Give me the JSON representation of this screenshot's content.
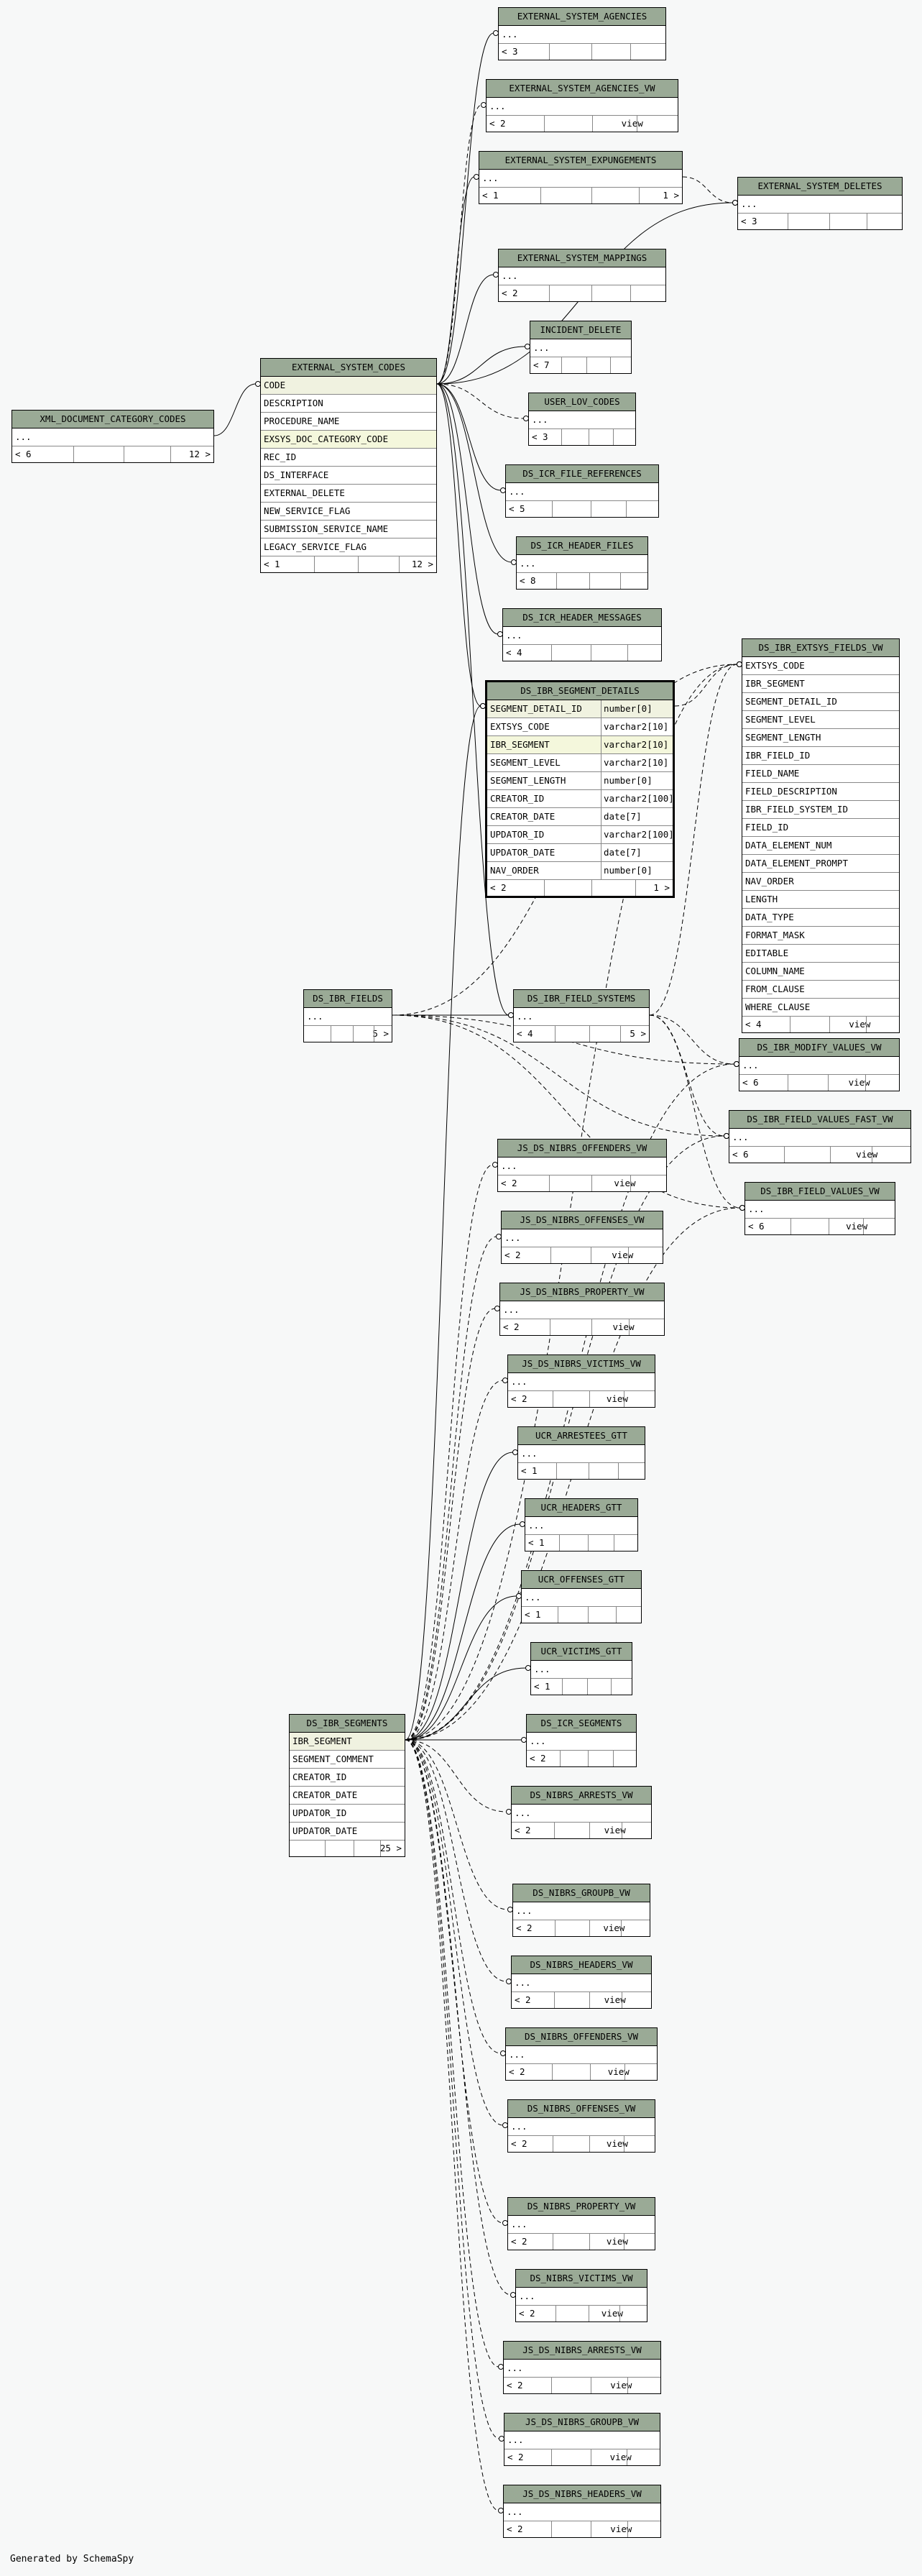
{
  "credit": "Generated by SchemaSpy",
  "tables": [
    {
      "id": "t_esa",
      "name": "EXTERNAL_SYSTEM_AGENCIES",
      "cols": [
        "..."
      ],
      "left": "< 3",
      "right": "",
      "view": ""
    },
    {
      "id": "t_esav",
      "name": "EXTERNAL_SYSTEM_AGENCIES_VW",
      "cols": [
        "..."
      ],
      "left": "< 2",
      "right": "",
      "view": "view"
    },
    {
      "id": "t_esx",
      "name": "EXTERNAL_SYSTEM_EXPUNGEMENTS",
      "cols": [
        "..."
      ],
      "left": "< 1",
      "right": "1 >",
      "view": ""
    },
    {
      "id": "t_esd",
      "name": "EXTERNAL_SYSTEM_DELETES",
      "cols": [
        "..."
      ],
      "left": "< 3",
      "right": "",
      "view": ""
    },
    {
      "id": "t_esm",
      "name": "EXTERNAL_SYSTEM_MAPPINGS",
      "cols": [
        "..."
      ],
      "left": "< 2",
      "right": "",
      "view": ""
    },
    {
      "id": "t_incd",
      "name": "INCIDENT_DELETE",
      "cols": [
        "..."
      ],
      "left": "< 7",
      "right": "",
      "view": ""
    },
    {
      "id": "t_ulc",
      "name": "USER_LOV_CODES",
      "cols": [
        "..."
      ],
      "left": "< 3",
      "right": "",
      "view": ""
    },
    {
      "id": "t_esc",
      "name": "EXTERNAL_SYSTEM_CODES",
      "cols": [
        "CODE",
        "DESCRIPTION",
        "PROCEDURE_NAME",
        "EXSYS_DOC_CATEGORY_CODE",
        "REC_ID",
        "DS_INTERFACE",
        "EXTERNAL_DELETE",
        "NEW_SERVICE_FLAG",
        "SUBMISSION_SERVICE_NAME",
        "LEGACY_SERVICE_FLAG"
      ],
      "pk": [
        0
      ],
      "fk": [
        3
      ],
      "left": "< 1",
      "right": "12 >",
      "view": ""
    },
    {
      "id": "t_xml",
      "name": "XML_DOCUMENT_CATEGORY_CODES",
      "cols": [
        "..."
      ],
      "left": "< 6",
      "right": "12 >",
      "view": ""
    },
    {
      "id": "t_icrfr",
      "name": "DS_ICR_FILE_REFERENCES",
      "cols": [
        "..."
      ],
      "left": "< 5",
      "right": "",
      "view": ""
    },
    {
      "id": "t_icrhf",
      "name": "DS_ICR_HEADER_FILES",
      "cols": [
        "..."
      ],
      "left": "< 8",
      "right": "",
      "view": ""
    },
    {
      "id": "t_icrhm",
      "name": "DS_ICR_HEADER_MESSAGES",
      "cols": [
        "..."
      ],
      "left": "< 4",
      "right": "",
      "view": ""
    },
    {
      "id": "t_efv",
      "name": "DS_IBR_EXTSYS_FIELDS_VW",
      "cols": [
        "EXTSYS_CODE",
        "IBR_SEGMENT",
        "SEGMENT_DETAIL_ID",
        "SEGMENT_LEVEL",
        "SEGMENT_LENGTH",
        "IBR_FIELD_ID",
        "FIELD_NAME",
        "FIELD_DESCRIPTION",
        "IBR_FIELD_SYSTEM_ID",
        "FIELD_ID",
        "DATA_ELEMENT_NUM",
        "DATA_ELEMENT_PROMPT",
        "NAV_ORDER",
        "LENGTH",
        "DATA_TYPE",
        "FORMAT_MASK",
        "EDITABLE",
        "COLUMN_NAME",
        "FROM_CLAUSE",
        "WHERE_CLAUSE"
      ],
      "left": "< 4",
      "right": "",
      "view": "view"
    },
    {
      "id": "t_sd",
      "name": "DS_IBR_SEGMENT_DETAILS",
      "cols": [
        "SEGMENT_DETAIL_ID",
        "EXTSYS_CODE",
        "IBR_SEGMENT",
        "SEGMENT_LEVEL",
        "SEGMENT_LENGTH",
        "CREATOR_ID",
        "CREATOR_DATE",
        "UPDATOR_ID",
        "UPDATOR_DATE",
        "NAV_ORDER"
      ],
      "types": [
        "number[0]",
        "varchar2[10]",
        "varchar2[10]",
        "varchar2[10]",
        "number[0]",
        "varchar2[100]",
        "date[7]",
        "varchar2[100]",
        "date[7]",
        "number[0]"
      ],
      "pk": [
        0
      ],
      "fk": [
        2
      ],
      "left": "< 2",
      "right": "1 >",
      "view": ""
    },
    {
      "id": "t_fields",
      "name": "DS_IBR_FIELDS",
      "cols": [
        "..."
      ],
      "left": "",
      "right": "5 >",
      "view": ""
    },
    {
      "id": "t_fsys",
      "name": "DS_IBR_FIELD_SYSTEMS",
      "cols": [
        "..."
      ],
      "left": "< 4",
      "right": "5 >",
      "view": ""
    },
    {
      "id": "t_mvv",
      "name": "DS_IBR_MODIFY_VALUES_VW",
      "cols": [
        "..."
      ],
      "left": "< 6",
      "right": "",
      "view": "view"
    },
    {
      "id": "t_fvfv",
      "name": "DS_IBR_FIELD_VALUES_FAST_VW",
      "cols": [
        "..."
      ],
      "left": "< 6",
      "right": "",
      "view": "view"
    },
    {
      "id": "t_fvv",
      "name": "DS_IBR_FIELD_VALUES_VW",
      "cols": [
        "..."
      ],
      "left": "< 6",
      "right": "",
      "view": "view"
    },
    {
      "id": "t_js1",
      "name": "JS_DS_NIBRS_OFFENDERS_VW",
      "cols": [
        "..."
      ],
      "left": "< 2",
      "right": "",
      "view": "view"
    },
    {
      "id": "t_js2",
      "name": "JS_DS_NIBRS_OFFENSES_VW",
      "cols": [
        "..."
      ],
      "left": "< 2",
      "right": "",
      "view": "view"
    },
    {
      "id": "t_js3",
      "name": "JS_DS_NIBRS_PROPERTY_VW",
      "cols": [
        "..."
      ],
      "left": "< 2",
      "right": "",
      "view": "view"
    },
    {
      "id": "t_js4",
      "name": "JS_DS_NIBRS_VICTIMS_VW",
      "cols": [
        "..."
      ],
      "left": "< 2",
      "right": "",
      "view": "view"
    },
    {
      "id": "t_ua",
      "name": "UCR_ARRESTEES_GTT",
      "cols": [
        "..."
      ],
      "left": "< 1",
      "right": "",
      "view": ""
    },
    {
      "id": "t_uh",
      "name": "UCR_HEADERS_GTT",
      "cols": [
        "..."
      ],
      "left": "< 1",
      "right": "",
      "view": ""
    },
    {
      "id": "t_uo",
      "name": "UCR_OFFENSES_GTT",
      "cols": [
        "..."
      ],
      "left": "< 1",
      "right": "",
      "view": ""
    },
    {
      "id": "t_uv",
      "name": "UCR_VICTIMS_GTT",
      "cols": [
        "..."
      ],
      "left": "< 1",
      "right": "",
      "view": ""
    },
    {
      "id": "t_seg",
      "name": "DS_IBR_SEGMENTS",
      "cols": [
        "IBR_SEGMENT",
        "SEGMENT_COMMENT",
        "CREATOR_ID",
        "CREATOR_DATE",
        "UPDATOR_ID",
        "UPDATOR_DATE"
      ],
      "pk": [
        0
      ],
      "left": "",
      "right": "25 >",
      "view": ""
    },
    {
      "id": "t_icrs",
      "name": "DS_ICR_SEGMENTS",
      "cols": [
        "..."
      ],
      "left": "< 2",
      "right": "",
      "view": ""
    },
    {
      "id": "t_n1",
      "name": "DS_NIBRS_ARRESTS_VW",
      "cols": [
        "..."
      ],
      "left": "< 2",
      "right": "",
      "view": "view"
    },
    {
      "id": "t_n2",
      "name": "DS_NIBRS_GROUPB_VW",
      "cols": [
        "..."
      ],
      "left": "< 2",
      "right": "",
      "view": "view"
    },
    {
      "id": "t_n3",
      "name": "DS_NIBRS_HEADERS_VW",
      "cols": [
        "..."
      ],
      "left": "< 2",
      "right": "",
      "view": "view"
    },
    {
      "id": "t_n4",
      "name": "DS_NIBRS_OFFENDERS_VW",
      "cols": [
        "..."
      ],
      "left": "< 2",
      "right": "",
      "view": "view"
    },
    {
      "id": "t_n5",
      "name": "DS_NIBRS_OFFENSES_VW",
      "cols": [
        "..."
      ],
      "left": "< 2",
      "right": "",
      "view": "view"
    },
    {
      "id": "t_n6",
      "name": "DS_NIBRS_PROPERTY_VW",
      "cols": [
        "..."
      ],
      "left": "< 2",
      "right": "",
      "view": "view"
    },
    {
      "id": "t_n7",
      "name": "DS_NIBRS_VICTIMS_VW",
      "cols": [
        "..."
      ],
      "left": "< 2",
      "right": "",
      "view": "view"
    },
    {
      "id": "t_j5",
      "name": "JS_DS_NIBRS_ARRESTS_VW",
      "cols": [
        "..."
      ],
      "left": "< 2",
      "right": "",
      "view": "view"
    },
    {
      "id": "t_j6",
      "name": "JS_DS_NIBRS_GROUPB_VW",
      "cols": [
        "..."
      ],
      "left": "< 2",
      "right": "",
      "view": "view"
    },
    {
      "id": "t_j7",
      "name": "JS_DS_NIBRS_HEADERS_VW",
      "cols": [
        "..."
      ],
      "left": "< 2",
      "right": "",
      "view": "view"
    }
  ],
  "relations": [
    {
      "from": "t_esc",
      "to": "t_esa",
      "style": "solid"
    },
    {
      "from": "t_esc",
      "to": "t_esav",
      "style": "dashed"
    },
    {
      "from": "t_esc",
      "to": "t_esx",
      "style": "solid"
    },
    {
      "from": "t_esx",
      "to": "t_esd",
      "style": "dashed"
    },
    {
      "from": "t_esc",
      "to": "t_esd",
      "style": "solid"
    },
    {
      "from": "t_esc",
      "to": "t_esm",
      "style": "solid"
    },
    {
      "from": "t_esc",
      "to": "t_incd",
      "style": "solid"
    },
    {
      "from": "t_esc",
      "to": "t_ulc",
      "style": "dashed"
    },
    {
      "from": "t_esc",
      "to": "t_icrfr",
      "style": "solid"
    },
    {
      "from": "t_esc",
      "to": "t_icrhf",
      "style": "solid"
    },
    {
      "from": "t_esc",
      "to": "t_icrhm",
      "style": "solid"
    },
    {
      "from": "t_esc",
      "to": "t_sd",
      "style": "solid"
    },
    {
      "from": "t_esc",
      "to": "t_fsys",
      "style": "solid"
    },
    {
      "from": "t_xml",
      "to": "t_esc",
      "style": "solid"
    },
    {
      "from": "t_sd",
      "to": "t_efv",
      "style": "dashed"
    },
    {
      "from": "t_fields",
      "to": "t_fsys",
      "style": "solid"
    },
    {
      "from": "t_fields",
      "to": "t_efv",
      "style": "dashed"
    },
    {
      "from": "t_fields",
      "to": "t_mvv",
      "style": "dashed"
    },
    {
      "from": "t_fields",
      "to": "t_fvfv",
      "style": "dashed"
    },
    {
      "from": "t_fields",
      "to": "t_fvv",
      "style": "dashed"
    },
    {
      "from": "t_fsys",
      "to": "t_efv",
      "style": "dashed"
    },
    {
      "from": "t_fsys",
      "to": "t_mvv",
      "style": "dashed"
    },
    {
      "from": "t_fsys",
      "to": "t_fvfv",
      "style": "dashed"
    },
    {
      "from": "t_fsys",
      "to": "t_fvv",
      "style": "dashed"
    },
    {
      "from": "t_seg",
      "to": "t_sd",
      "style": "solid"
    },
    {
      "from": "t_seg",
      "to": "t_efv",
      "style": "dashed"
    },
    {
      "from": "t_seg",
      "to": "t_mvv",
      "style": "dashed"
    },
    {
      "from": "t_seg",
      "to": "t_fvfv",
      "style": "dashed"
    },
    {
      "from": "t_seg",
      "to": "t_fvv",
      "style": "dashed"
    },
    {
      "from": "t_seg",
      "to": "t_js1",
      "style": "dashed"
    },
    {
      "from": "t_seg",
      "to": "t_js2",
      "style": "dashed"
    },
    {
      "from": "t_seg",
      "to": "t_js3",
      "style": "dashed"
    },
    {
      "from": "t_seg",
      "to": "t_js4",
      "style": "dashed"
    },
    {
      "from": "t_seg",
      "to": "t_ua",
      "style": "solid"
    },
    {
      "from": "t_seg",
      "to": "t_uh",
      "style": "solid"
    },
    {
      "from": "t_seg",
      "to": "t_uo",
      "style": "solid"
    },
    {
      "from": "t_seg",
      "to": "t_uv",
      "style": "solid"
    },
    {
      "from": "t_seg",
      "to": "t_icrs",
      "style": "solid"
    },
    {
      "from": "t_seg",
      "to": "t_n1",
      "style": "dashed"
    },
    {
      "from": "t_seg",
      "to": "t_n2",
      "style": "dashed"
    },
    {
      "from": "t_seg",
      "to": "t_n3",
      "style": "dashed"
    },
    {
      "from": "t_seg",
      "to": "t_n4",
      "style": "dashed"
    },
    {
      "from": "t_seg",
      "to": "t_n5",
      "style": "dashed"
    },
    {
      "from": "t_seg",
      "to": "t_n6",
      "style": "dashed"
    },
    {
      "from": "t_seg",
      "to": "t_n7",
      "style": "dashed"
    },
    {
      "from": "t_seg",
      "to": "t_j5",
      "style": "dashed"
    },
    {
      "from": "t_seg",
      "to": "t_j6",
      "style": "dashed"
    },
    {
      "from": "t_seg",
      "to": "t_j7",
      "style": "dashed"
    }
  ]
}
